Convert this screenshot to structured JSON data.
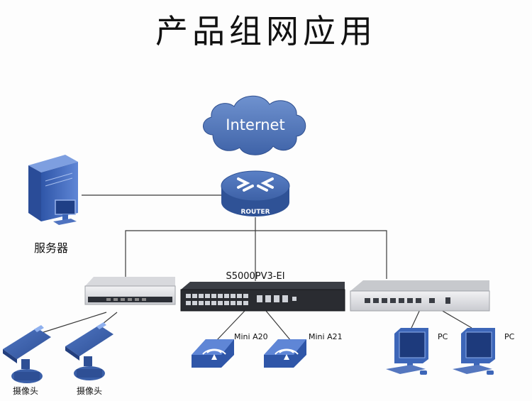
{
  "title": "产品组网应用",
  "nodes": {
    "internet": "Internet",
    "router": "ROUTER",
    "server": "服务器",
    "core_switch": "S5000PV3-EI",
    "ap1": "Mini A20",
    "ap2": "Mini A21",
    "pc1": "PC",
    "pc2": "PC",
    "camera1": "摄像头",
    "camera2": "摄像头"
  },
  "colors": {
    "cloud": "#4a6fb0",
    "router": "#3b5f9e",
    "device_blue": "#3d66b8",
    "line": "#333333"
  }
}
